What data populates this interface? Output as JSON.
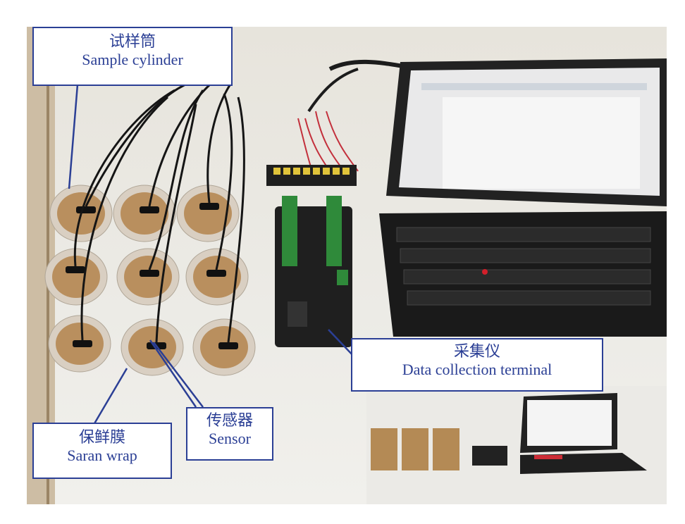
{
  "labels": {
    "sample_cylinder": {
      "zh": "试样筒",
      "en": "Sample cylinder"
    },
    "data_terminal": {
      "zh": "采集仪",
      "en": "Data collection terminal"
    },
    "saran_wrap": {
      "zh": "保鲜膜",
      "en": "Saran wrap"
    },
    "sensor": {
      "zh": "传感器",
      "en": "Sensor"
    }
  },
  "colors": {
    "label_border": "#2b3f95",
    "label_text": "#2b3f95",
    "soil": "#b98f5e",
    "logger": "#1f1f1f",
    "terminal_green": "#2f8a3a",
    "laptop": "#222222"
  }
}
